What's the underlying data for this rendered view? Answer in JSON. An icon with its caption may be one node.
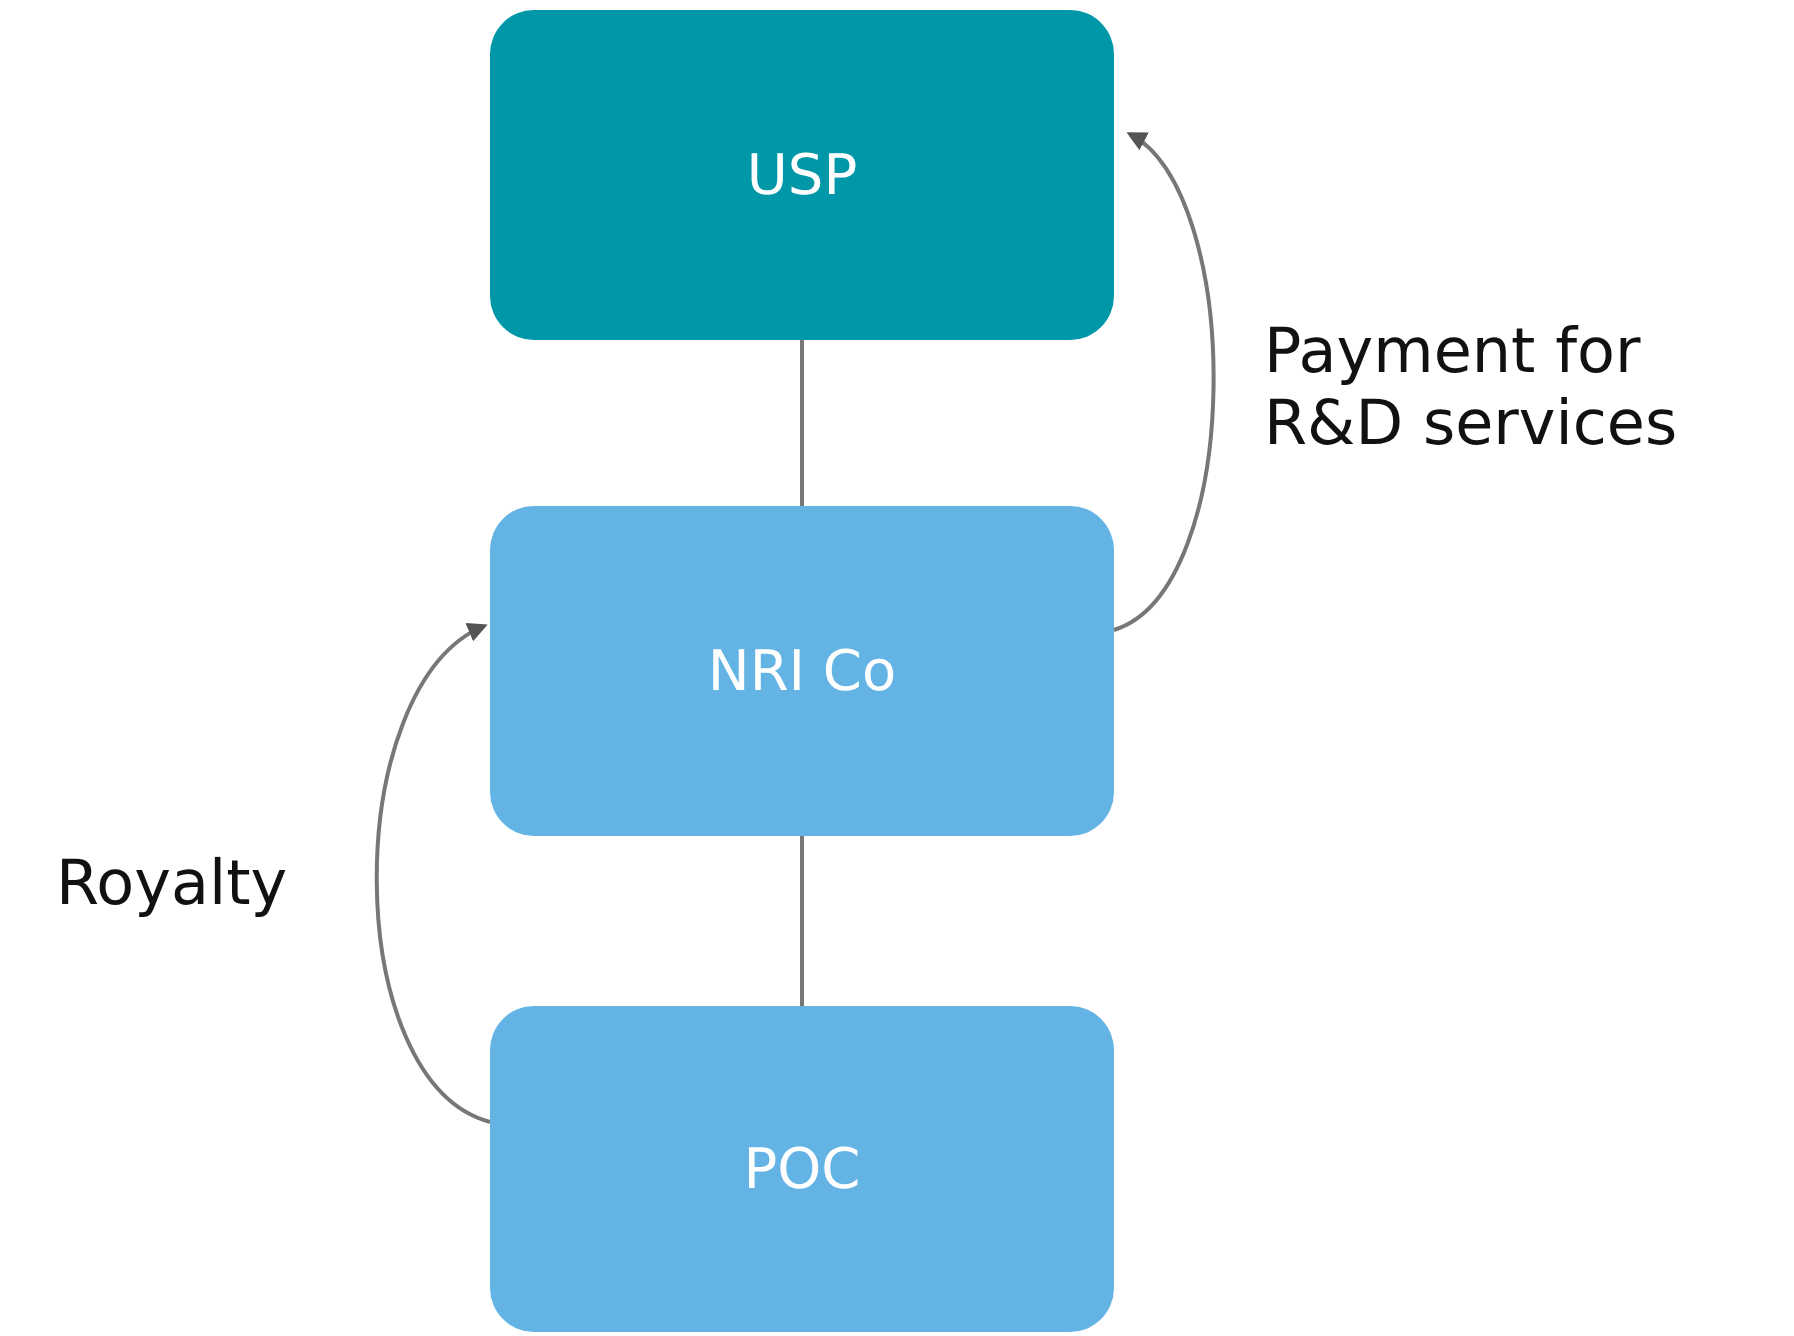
{
  "diagram": {
    "nodes": [
      {
        "text": [
          "USP"
        ]
      },
      {
        "text": [
          "NRI Co"
        ]
      },
      {
        "text": [
          "POC"
        ]
      }
    ],
    "edges": [
      {
        "from": 0,
        "to": 1,
        "arrow": "none"
      },
      {
        "from": 1,
        "to": 2,
        "arrow": "none"
      },
      {
        "from": 1,
        "to": 0,
        "arrow": "to",
        "label": "Payment for R&D services"
      },
      {
        "from": 2,
        "to": 1,
        "arrow": "to",
        "label": "Royalty"
      }
    ]
  }
}
